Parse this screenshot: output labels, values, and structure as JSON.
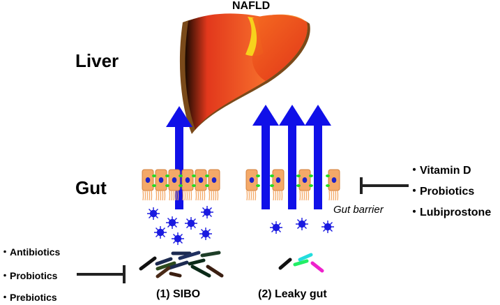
{
  "title": "NAFLD",
  "organs": {
    "liver": "Liver",
    "gut": "Gut"
  },
  "gut_barrier_label": "Gut barrier",
  "right_interventions": [
    "・Vitamin D",
    "・Probiotics",
    "・Lubiprostone"
  ],
  "left_interventions": [
    "・Antibiotics",
    "・Probiotics",
    "・Prebiotics"
  ],
  "mechanisms": [
    "(1) SIBO",
    "(2) Leaky gut"
  ],
  "colors": {
    "arrow": "#1010e8",
    "cell": "#f4a968",
    "nucleus": "#1e22c8",
    "tight_junction": "#22dd22",
    "bacteria": "#1a1ae0",
    "liver_main": "#f4591e",
    "liver_edge": "#7a3a10",
    "gallbladder": "#f7d21c"
  }
}
